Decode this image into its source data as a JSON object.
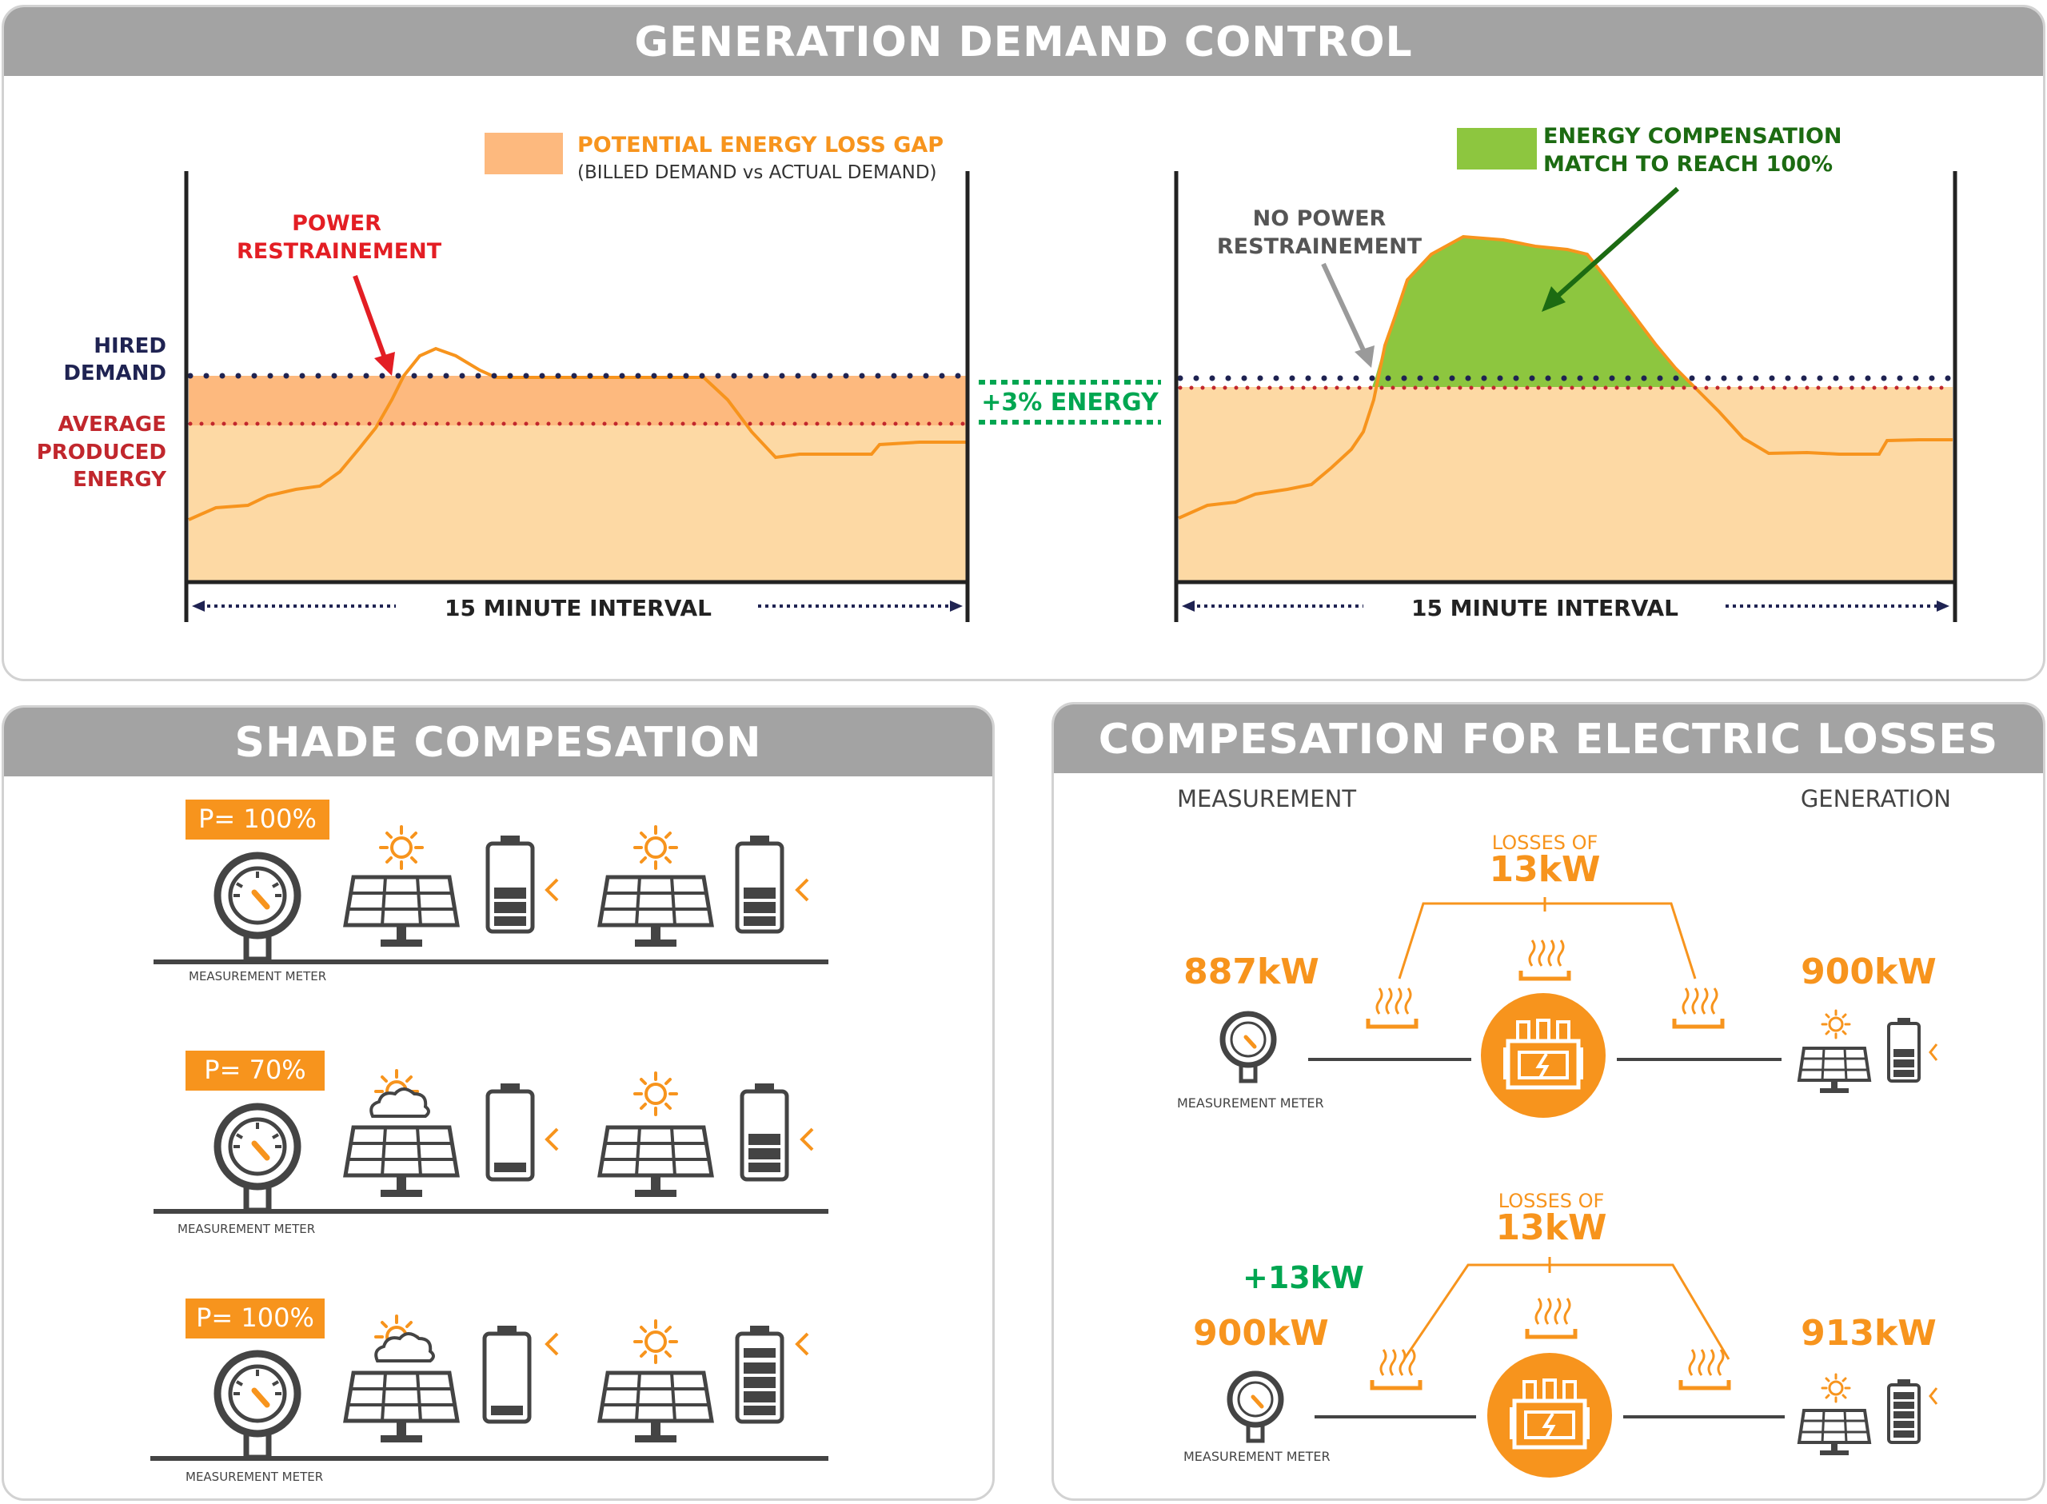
{
  "colors": {
    "orange": "#f7941d",
    "orange_fill": "#fdb97e",
    "light_fill": "#fdd9a4",
    "green": "#00a651",
    "dark_green": "#1c6b12",
    "red": "#e31e24",
    "navy": "#1f2352",
    "grey_head": "#a3a3a3"
  },
  "generation": {
    "title": "GENERATION DEMAND CONTROL",
    "legend_gap_title": "POTENTIAL ENERGY LOSS GAP",
    "legend_gap_sub": "(BILLED DEMAND vs ACTUAL DEMAND)",
    "legend_comp_line1": "ENERGY COMPENSATION",
    "legend_comp_line2": "MATCH TO REACH 100%",
    "hired_line1": "HIRED",
    "hired_line2": "DEMAND",
    "avg_line1": "AVERAGE",
    "avg_line2": "PRODUCED",
    "avg_line3": "ENERGY",
    "power_line1": "POWER",
    "power_line2": "RESTRAINEMENT",
    "nopower_line1": "NO POWER",
    "nopower_line2": "RESTRAINEMENT",
    "energy_bonus": "+3% ENERGY",
    "interval_left": "15 MINUTE INTERVAL",
    "interval_right": "15 MINUTE INTERVAL"
  },
  "shade": {
    "title": "SHADE COMPESATION",
    "rows": [
      {
        "power": "P= 100%",
        "meter_label": "MEASUREMENT METER",
        "panel1_weather": "sun",
        "panel2_weather": "sun",
        "battery1_level": 0.5,
        "battery2_level": 0.5
      },
      {
        "power": "P= 70%",
        "meter_label": "MEASUREMENT METER",
        "panel1_weather": "sun-cloud",
        "panel2_weather": "sun",
        "battery1_level": 0.15,
        "battery2_level": 0.65
      },
      {
        "power": "P= 100%",
        "meter_label": "MEASUREMENT METER",
        "panel1_weather": "sun-cloud",
        "panel2_weather": "sun",
        "battery1_level": 0.15,
        "battery2_level": 0.95
      }
    ]
  },
  "losses": {
    "title": "COMPESATION FOR ELECTRIC LOSSES",
    "measurement": "MEASUREMENT",
    "generation": "GENERATION",
    "scenarios": [
      {
        "losses_label": "LOSSES OF",
        "losses_value": "13kW",
        "measured": "887kW",
        "bonus": "",
        "generated": "900kW",
        "meter_label": "MEASUREMENT METER"
      },
      {
        "losses_label": "LOSSES OF",
        "losses_value": "13kW",
        "measured": "900kW",
        "bonus": "+13kW",
        "generated": "913kW",
        "meter_label": "MEASUREMENT METER"
      }
    ]
  }
}
